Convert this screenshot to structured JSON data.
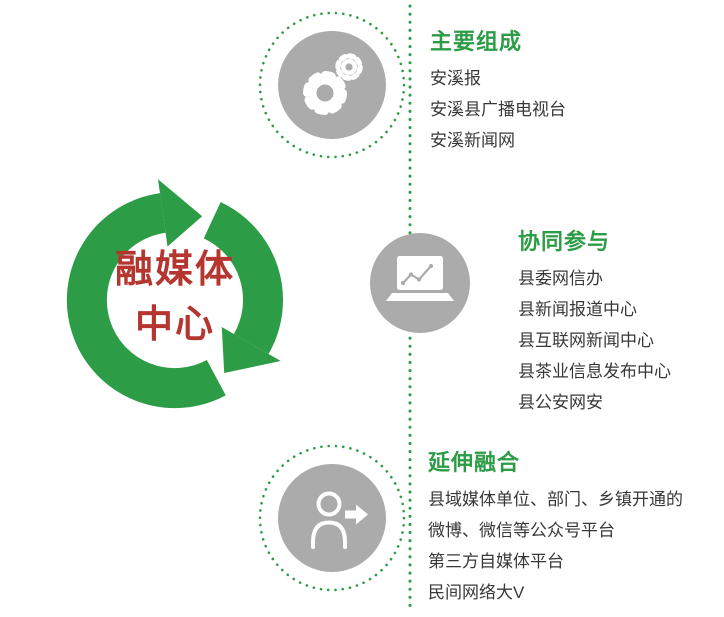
{
  "center": {
    "line1": "融媒体",
    "line2": "中心"
  },
  "sections": [
    {
      "heading": "主要组成",
      "icon": "gears-icon",
      "items": [
        "安溪报",
        "安溪县广播电视台",
        "安溪新闻网"
      ]
    },
    {
      "heading": "协同参与",
      "icon": "laptop-chart-icon",
      "items": [
        "县委网信办",
        "县新闻报道中心",
        "县互联网新闻中心",
        "县茶业信息发布中心",
        "县公安网安"
      ]
    },
    {
      "heading": "延伸融合",
      "icon": "person-arrow-icon",
      "items": [
        "县域媒体单位、部门、乡镇开通的",
        "微博、微信等公众号平台",
        "第三方自媒体平台",
        "民间网络大V"
      ]
    }
  ],
  "colors": {
    "green": "#2D9C46",
    "red": "#B5352F",
    "gray": "#ABABAB",
    "ink": "#383838"
  }
}
